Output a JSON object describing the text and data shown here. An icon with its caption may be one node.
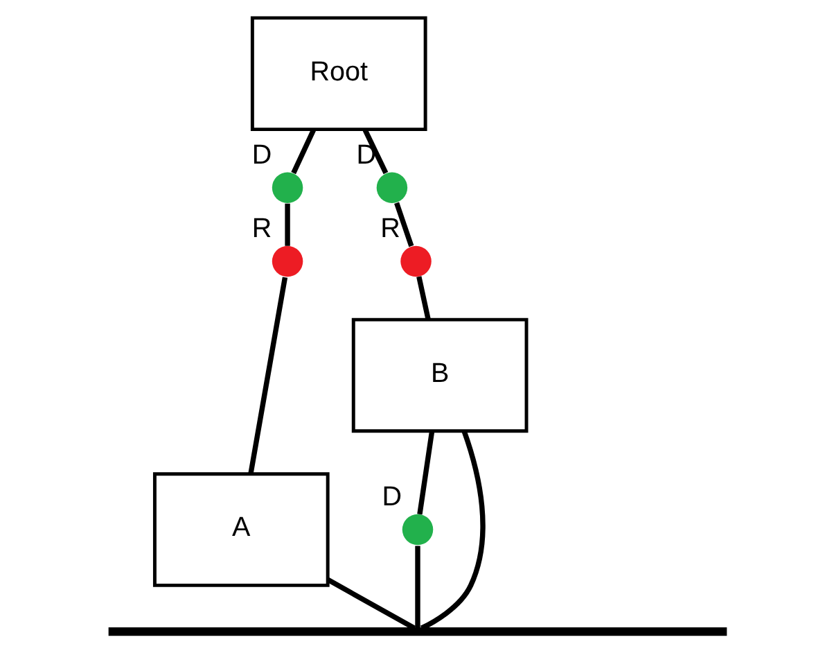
{
  "diagram": {
    "nodes": [
      {
        "text": [
          "Root"
        ]
      },
      {
        "text": [
          "A"
        ]
      },
      {
        "text": [
          "B"
        ]
      },
      {
        "text": [],
        "shape": "circle",
        "beside": [
          "D"
        ]
      },
      {
        "text": [],
        "shape": "circle",
        "beside": [
          "D"
        ]
      },
      {
        "text": [],
        "shape": "circle",
        "beside": [
          "R"
        ]
      },
      {
        "text": [],
        "shape": "circle",
        "beside": [
          "R"
        ]
      },
      {
        "text": [],
        "shape": "circle",
        "beside": [
          "D"
        ]
      },
      {
        "text": [],
        "shape": "bar"
      }
    ],
    "edges": [
      {
        "from": 0,
        "to": 3,
        "arrow": "none"
      },
      {
        "from": 3,
        "to": 5,
        "arrow": "none"
      },
      {
        "from": 5,
        "to": 1,
        "arrow": "none"
      },
      {
        "from": 0,
        "to": 4,
        "arrow": "none"
      },
      {
        "from": 4,
        "to": 6,
        "arrow": "none"
      },
      {
        "from": 6,
        "to": 2,
        "arrow": "none"
      },
      {
        "from": 1,
        "to": 8,
        "arrow": "none"
      },
      {
        "from": 2,
        "to": 7,
        "arrow": "none"
      },
      {
        "from": 7,
        "to": 8,
        "arrow": "none"
      },
      {
        "from": 2,
        "to": 8,
        "arrow": "none"
      }
    ]
  }
}
